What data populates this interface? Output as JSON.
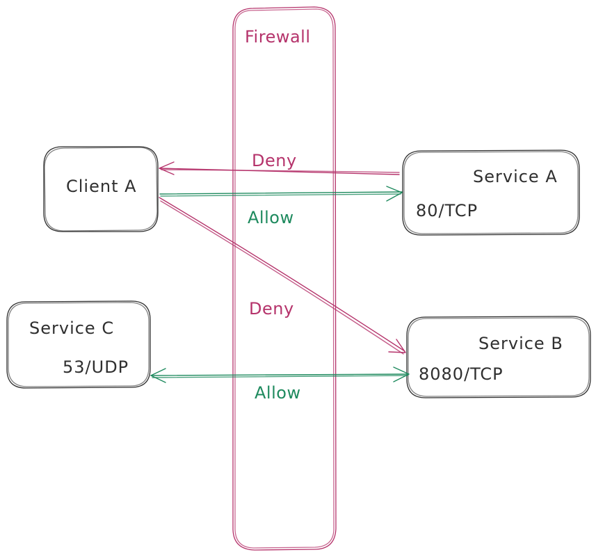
{
  "colors": {
    "deny": "#b5336b",
    "allow": "#1e8a5e",
    "node": "#2f2f2f",
    "firewall": "#b5336b"
  },
  "firewall": {
    "label": "Firewall"
  },
  "nodes": {
    "client_a": {
      "title": "Client A"
    },
    "service_a": {
      "title": "Service A",
      "port": "80/TCP"
    },
    "service_b": {
      "title": "Service B",
      "port": "8080/TCP"
    },
    "service_c": {
      "title": "Service C",
      "port": "53/UDP"
    }
  },
  "edges": {
    "service_a_to_client_a": {
      "label": "Deny"
    },
    "client_a_to_service_a": {
      "label": "Allow"
    },
    "client_a_to_service_b": {
      "label": "Deny"
    },
    "service_c_service_b": {
      "label": "Allow"
    }
  }
}
